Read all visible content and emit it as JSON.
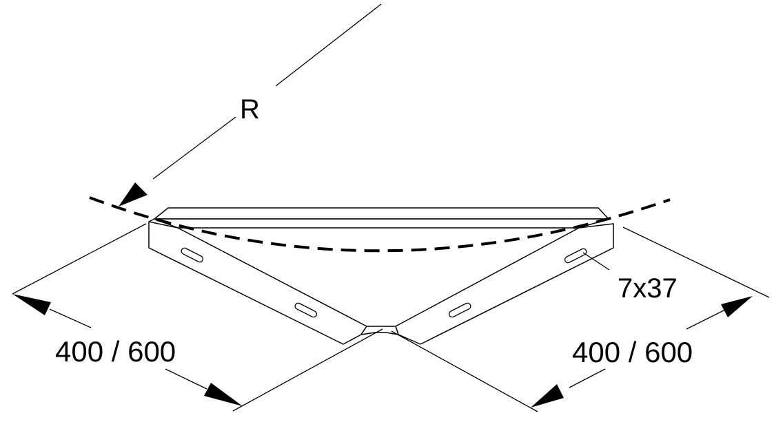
{
  "labels": {
    "radius": "R",
    "slot_size": "7x37",
    "left_dimension": "400 / 600",
    "right_dimension": "400 / 600"
  },
  "colors": {
    "line": "#000000",
    "background": "#ffffff"
  }
}
